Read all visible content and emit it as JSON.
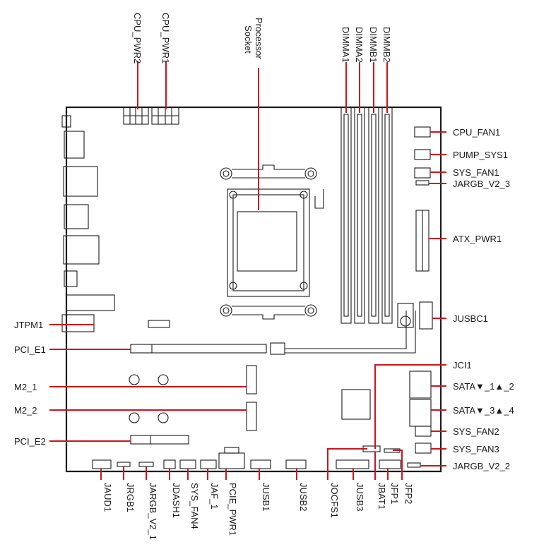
{
  "colors": {
    "leader_line": "#c8161d",
    "outline": "#1a1a1a",
    "background": "#ffffff"
  },
  "labels": {
    "cpu_pwr2": "CPU_PWR2",
    "cpu_pwr1": "CPU_PWR1",
    "processor_socket_line1": "Processor",
    "processor_socket_line2": "Socket",
    "dimma1": "DIMMA1",
    "dimma2": "DIMMA2",
    "dimmb1": "DIMMB1",
    "dimmb2": "DIMMB2",
    "cpu_fan1": "CPU_FAN1",
    "pump_sys1": "PUMP_SYS1",
    "sys_fan1": "SYS_FAN1",
    "jargb_v2_3": "JARGB_V2_3",
    "atx_pwr1": "ATX_PWR1",
    "jusbc1": "JUSBC1",
    "jtpm1": "JTPM1",
    "pci_e1": "PCI_E1",
    "jci1": "JCI1",
    "m2_1": "M2_1",
    "sata_1_2": "SATA▼_1▲_2",
    "m2_2": "M2_2",
    "sata_3_4": "SATA▼_3▲_4",
    "sys_fan2": "SYS_FAN2",
    "pci_e2": "PCI_E2",
    "sys_fan3": "SYS_FAN3",
    "jargb_v2_2": "JARGB_V2_2",
    "jaud1": "JAUD1",
    "jrgb1": "JRGB1",
    "jargb_v2_1": "JARGB_V2_1",
    "jdash1": "JDASH1",
    "sys_fan4": "SYS_FAN4",
    "jaf_1": "JAF_1",
    "pcie_pwr1": "PCIE_PWR1",
    "jusb1": "JUSB1",
    "jusb2": "JUSB2",
    "jocfs1": "JOCFS1",
    "jusb3": "JUSB3",
    "jbat1": "JBAT1",
    "jfp1": "JFP1",
    "jfp2": "JFP2"
  }
}
